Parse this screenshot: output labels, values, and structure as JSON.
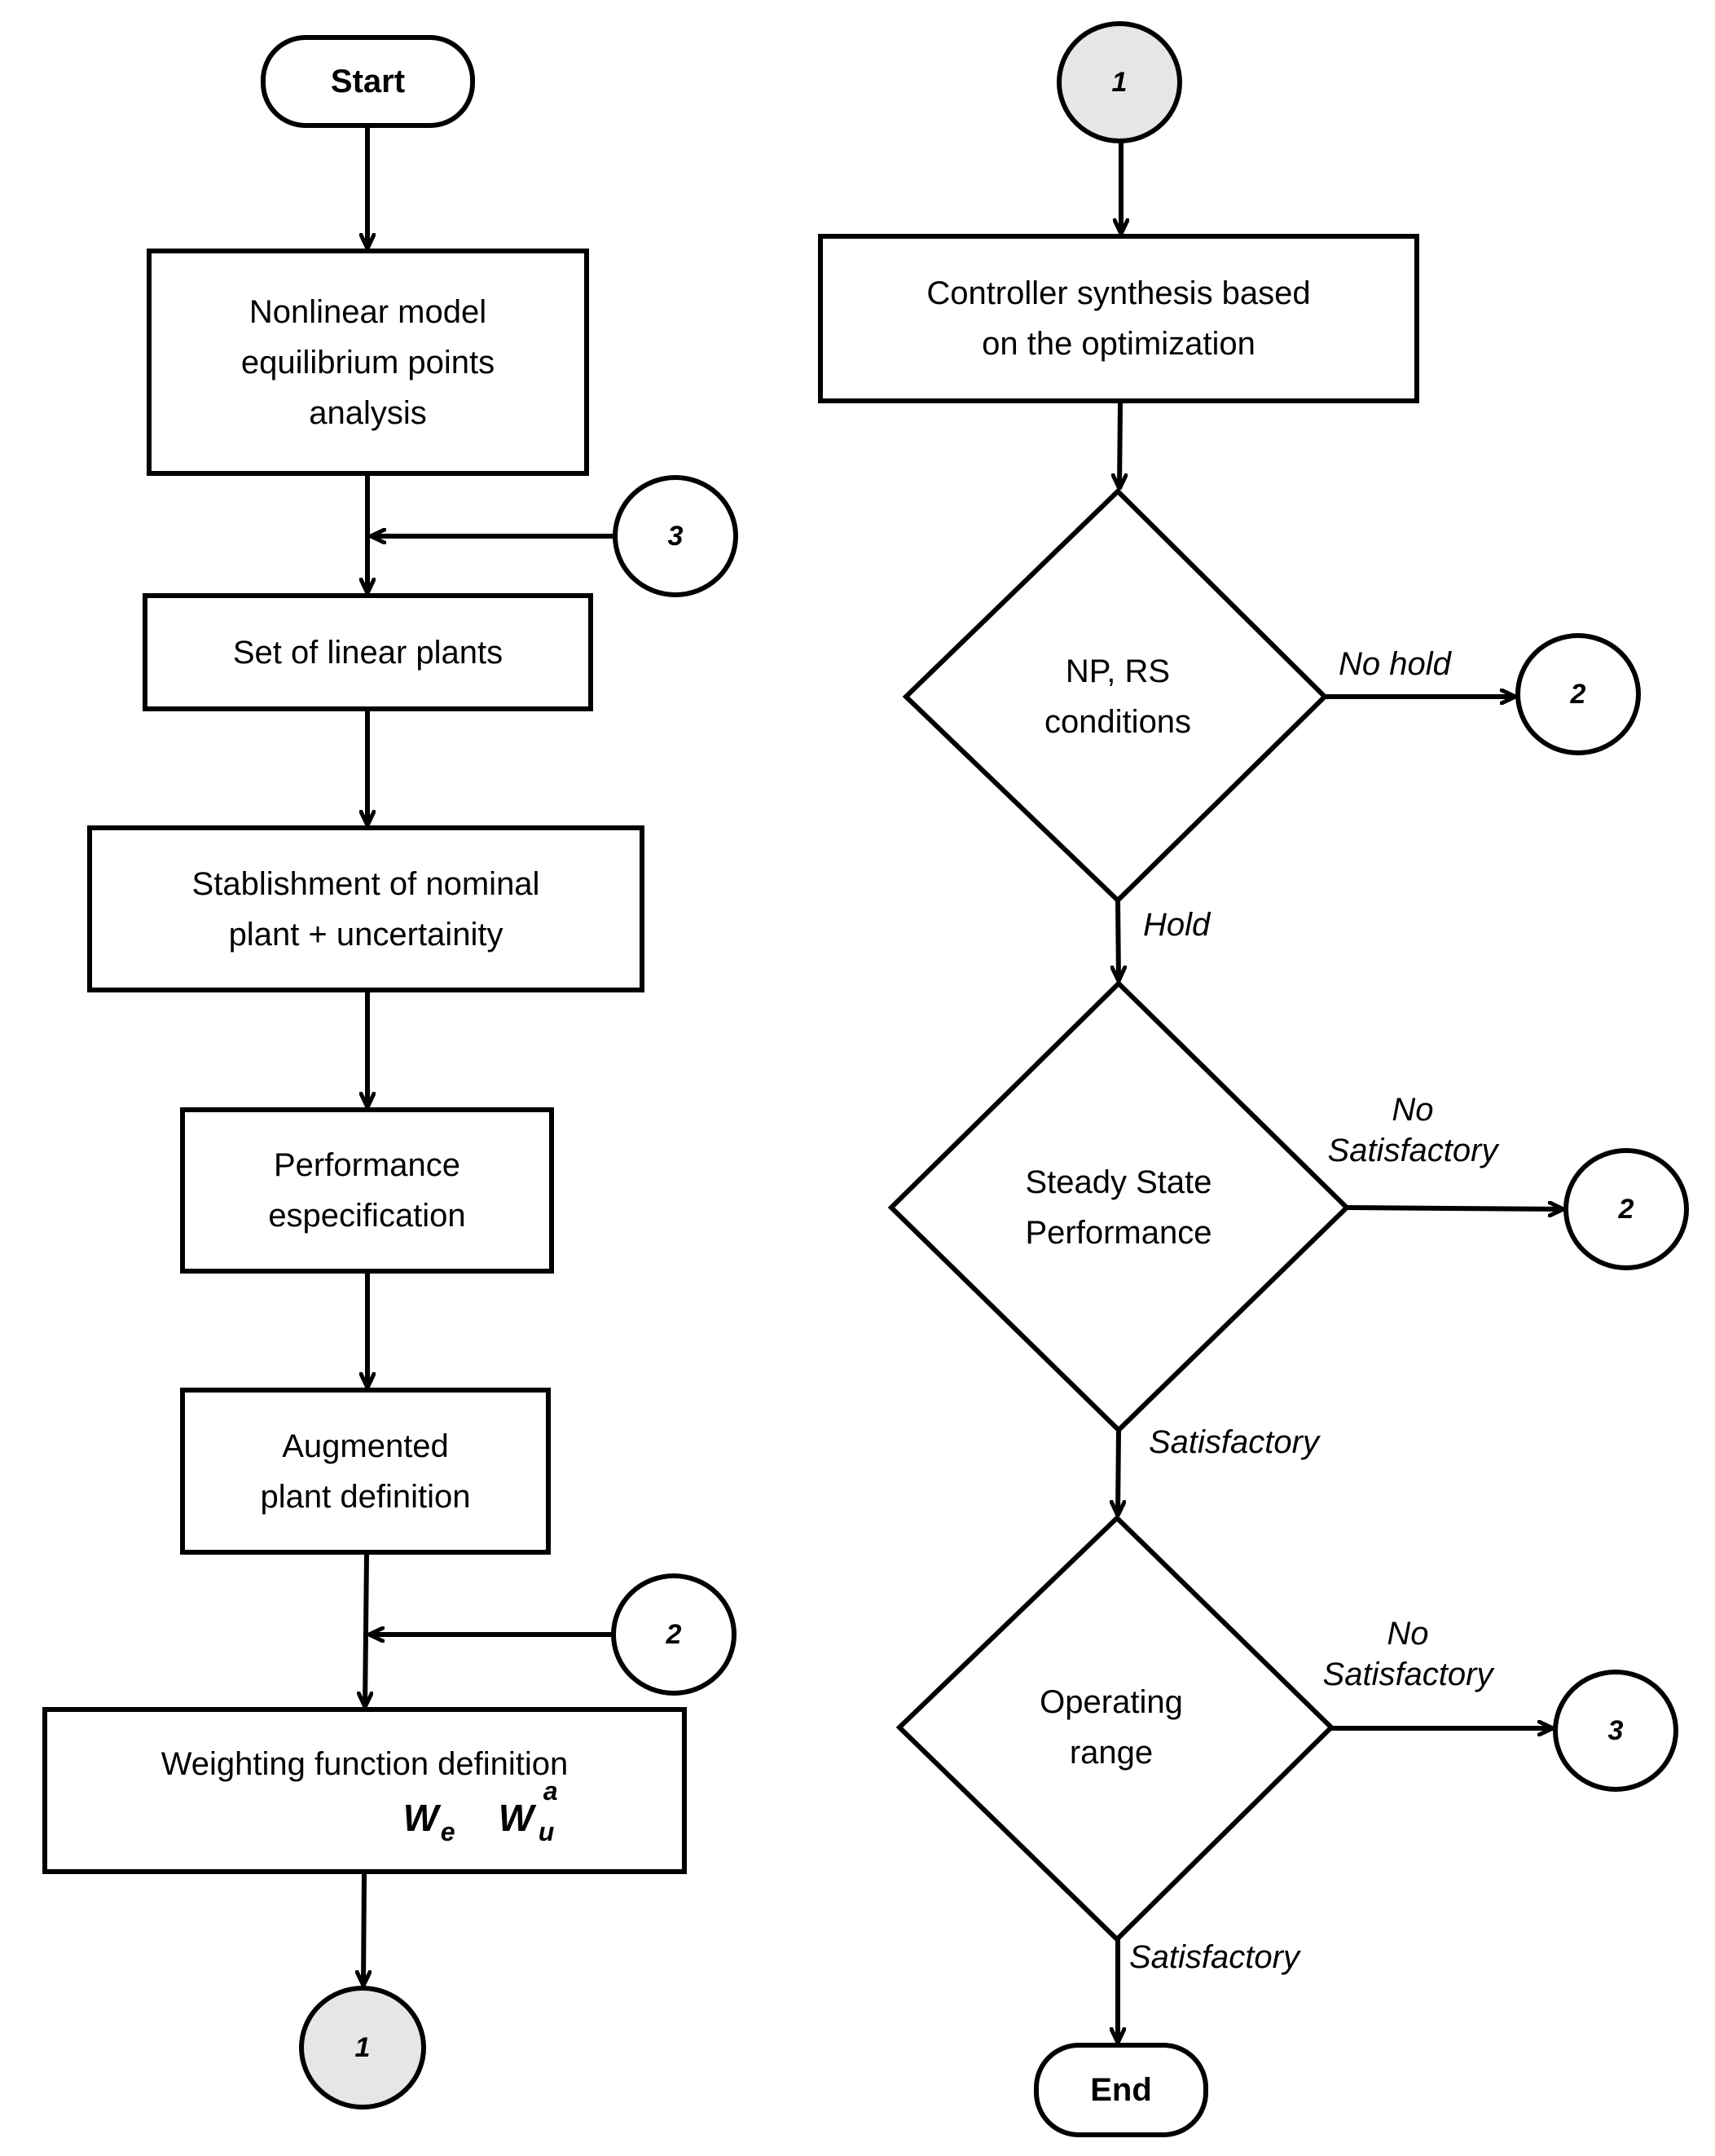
{
  "left_column": {
    "start": "Start",
    "step1": [
      "Nonlinear model",
      "equilibrium points",
      "analysis"
    ],
    "step2": "Set of linear plants",
    "step3": [
      "Stablishment of nominal",
      "plant + uncertainity"
    ],
    "step4": [
      "Performance",
      "especification"
    ],
    "step5": [
      "Augmented",
      "plant definition"
    ],
    "step6": {
      "title": "Weighting function definition",
      "we_symbol": "W",
      "we_sub": "e",
      "wu_symbol": "W",
      "wu_sub": "u",
      "wu_sup": "a"
    },
    "connector_in3": "3",
    "connector_in2": "2",
    "connector_out1": "1"
  },
  "right_column": {
    "connector_in1": "1",
    "step7": [
      "Controller synthesis based",
      "on the optimization"
    ],
    "decision1": {
      "text": [
        "NP, RS",
        "conditions"
      ],
      "no_label": "No hold",
      "yes_label": "Hold",
      "no_target": "2"
    },
    "decision2": {
      "text": [
        "Steady State",
        "Performance"
      ],
      "no_label": [
        "No",
        "Satisfactory"
      ],
      "yes_label": "Satisfactory",
      "no_target": "2"
    },
    "decision3": {
      "text": [
        "Operating",
        "range"
      ],
      "no_label": [
        "No",
        "Satisfactory"
      ],
      "yes_label": "Satisfactory",
      "no_target": "3"
    },
    "end": "End"
  },
  "colors": {
    "stroke": "#000000",
    "connector_fill": "#e6e6e6",
    "background": "#ffffff"
  }
}
